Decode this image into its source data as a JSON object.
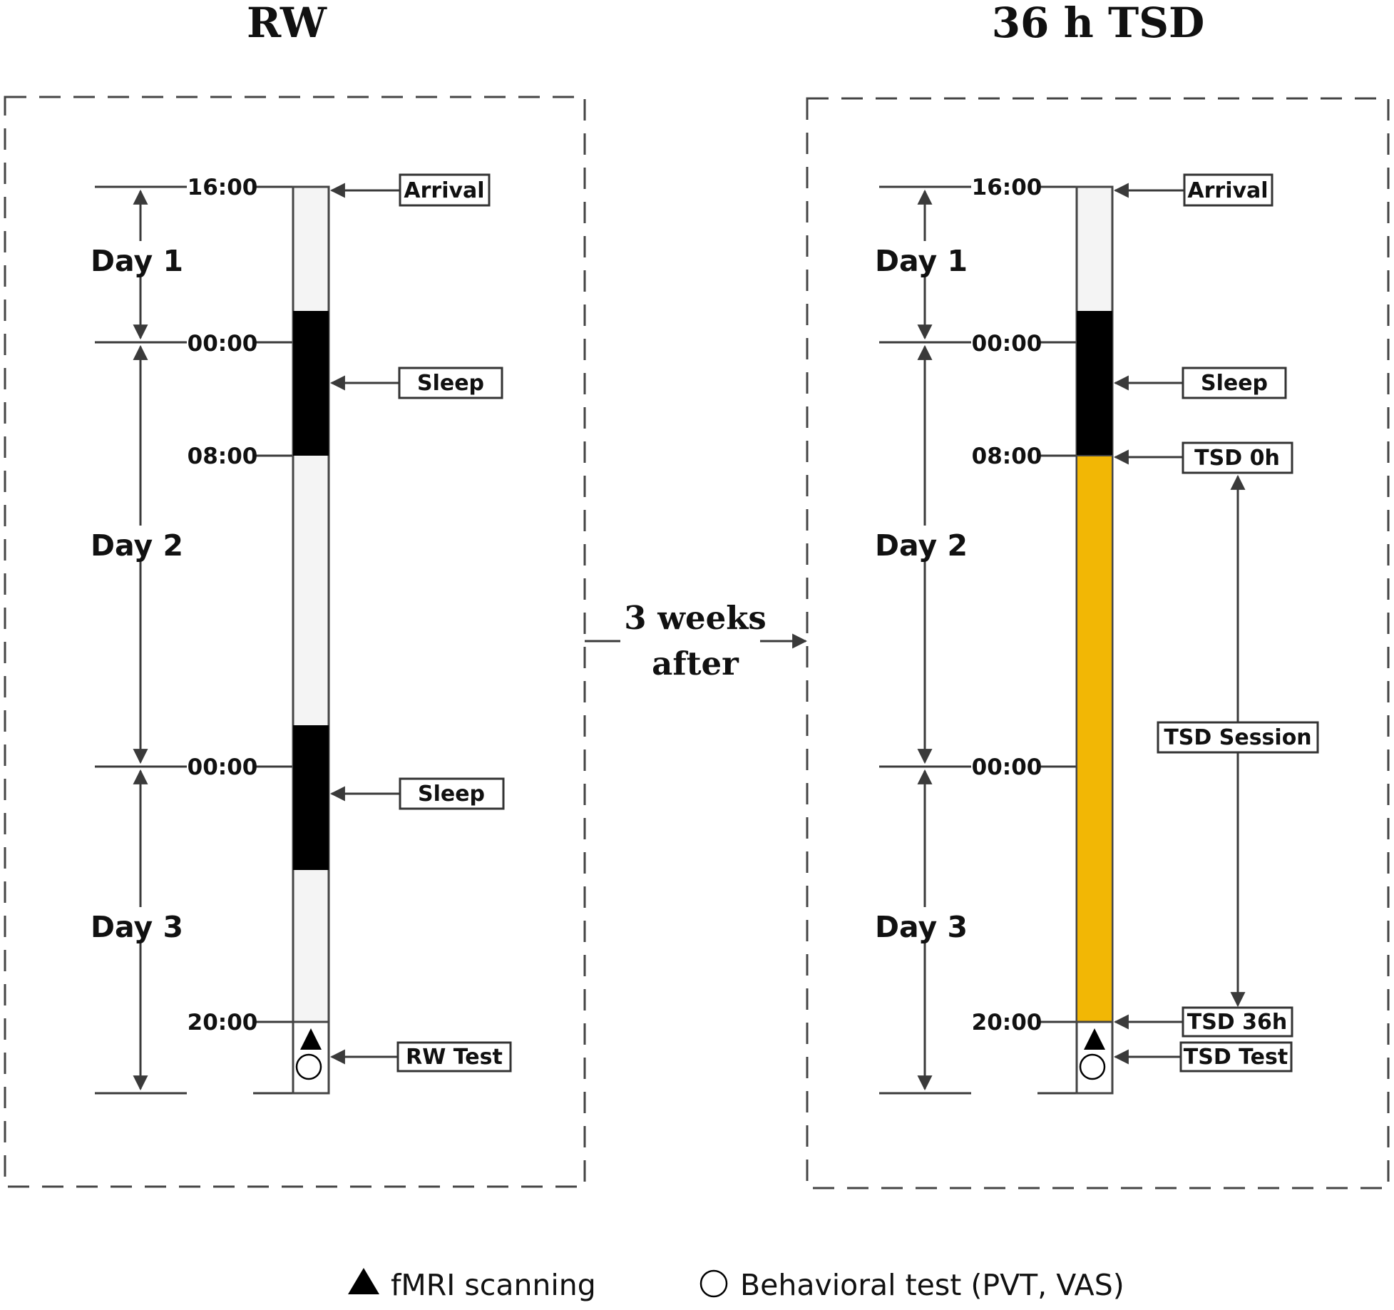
{
  "titles": {
    "left": "RW",
    "right": "36 h TSD"
  },
  "transition": {
    "line1": "3 weeks",
    "line2": "after"
  },
  "times": {
    "t1600": "16:00",
    "t0000": "00:00",
    "t0800": "08:00",
    "t2000": "20:00"
  },
  "days": {
    "day1": "Day 1",
    "day2": "Day 2",
    "day3": "Day 3"
  },
  "rw_labels": {
    "arrival": "Arrival",
    "sleep": "Sleep",
    "test": "RW Test"
  },
  "tsd_labels": {
    "arrival": "Arrival",
    "sleep": "Sleep",
    "tsd0": "TSD 0h",
    "session": "TSD Session",
    "tsd36": "TSD 36h",
    "test": "TSD Test"
  },
  "legend": {
    "fmri": "fMRI scanning",
    "behavioral": "Behavioral test (PVT, VAS)"
  },
  "colors": {
    "sleep": "#000000",
    "awake": "#f4f4f4",
    "deprivation": "#f2b705"
  },
  "icons": {
    "fmri": "filled-triangle",
    "behavioral": "hollow-circle"
  }
}
